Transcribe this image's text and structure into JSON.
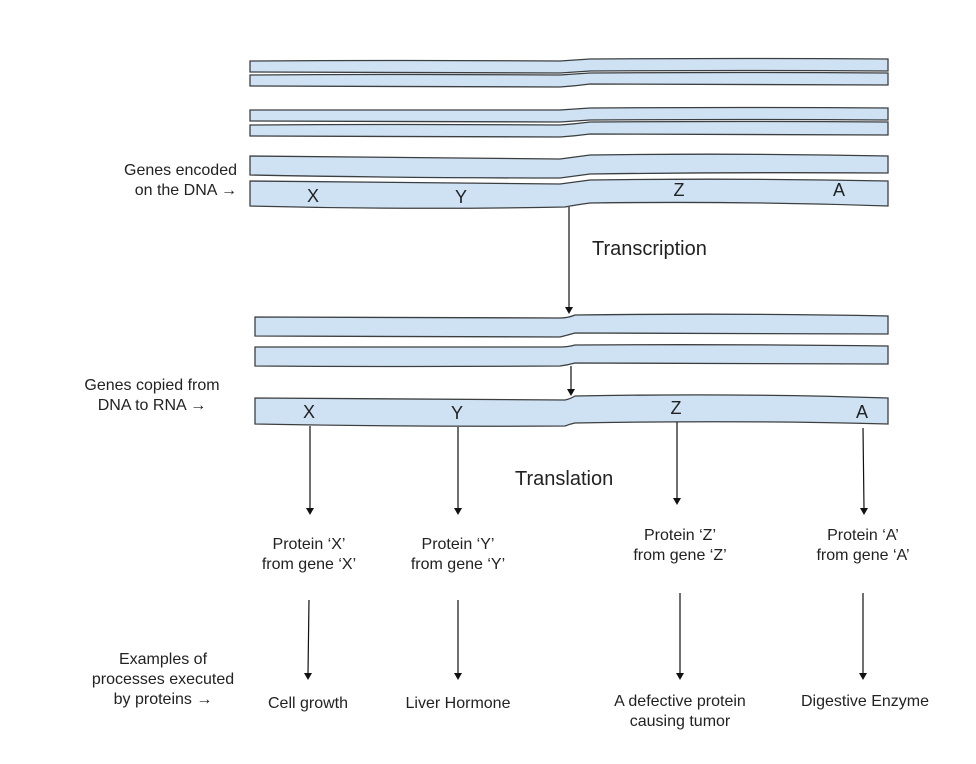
{
  "diagram": {
    "title": "From DNA to Protein",
    "colors": {
      "strand_fill": "#cfe2f3",
      "strand_stroke": "#3c3f41",
      "arrow": "#111111",
      "text": "#222222"
    },
    "row_labels": {
      "dna": [
        "Genes encoded",
        "on the DNA →"
      ],
      "rna": [
        "Genes copied from",
        "DNA to RNA →"
      ],
      "processes": [
        "Examples of",
        "processes executed",
        "by proteins →"
      ]
    },
    "stages": {
      "transcription": "Transcription",
      "translation": "Translation"
    },
    "dna_genes": [
      "X",
      "Y",
      "Z",
      "A"
    ],
    "rna_genes": [
      "X",
      "Y",
      "Z",
      "A"
    ],
    "proteins": [
      {
        "line1": "Protein ‘X’",
        "line2": "from gene ‘X’"
      },
      {
        "line1": "Protein ‘Y’",
        "line2": "from gene ‘Y’"
      },
      {
        "line1": "Protein ‘Z’",
        "line2": "from gene ‘Z’"
      },
      {
        "line1": "Protein ‘A’",
        "line2": "from gene ‘A’"
      }
    ],
    "processes": [
      {
        "line1": "Cell growth",
        "line2": ""
      },
      {
        "line1": "Liver Hormone",
        "line2": ""
      },
      {
        "line1": "A defective protein",
        "line2": "causing tumor"
      },
      {
        "line1": "Digestive Enzyme",
        "line2": ""
      }
    ]
  }
}
